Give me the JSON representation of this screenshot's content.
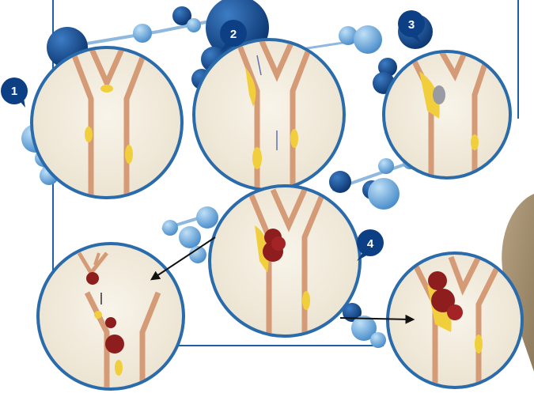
{
  "steps": [
    {
      "label": "1",
      "icon": "artery-bifurcation-healthy-icon"
    },
    {
      "label": "2",
      "icon": "artery-bifurcation-plaque-icon"
    },
    {
      "label": "3",
      "icon": "artery-bifurcation-rupture-icon"
    },
    {
      "label": "4",
      "icon": "artery-bifurcation-thrombus-icon"
    }
  ],
  "details": [
    {
      "icon": "embolus-travel-icon"
    },
    {
      "icon": "artery-occlusion-icon"
    }
  ],
  "colors": {
    "frame_line": "#1f5fa3",
    "badge": "#0d3f84",
    "molecule_dark": "#1b4f97",
    "molecule_light": "#6aa3d6",
    "circle_border": "#2a6bab",
    "tissue": "#f4efe2",
    "vessel_wall": "#d59a76",
    "plaque": "#f1cf3c",
    "clot": "#8e1d1d",
    "arrow": "#111111"
  }
}
